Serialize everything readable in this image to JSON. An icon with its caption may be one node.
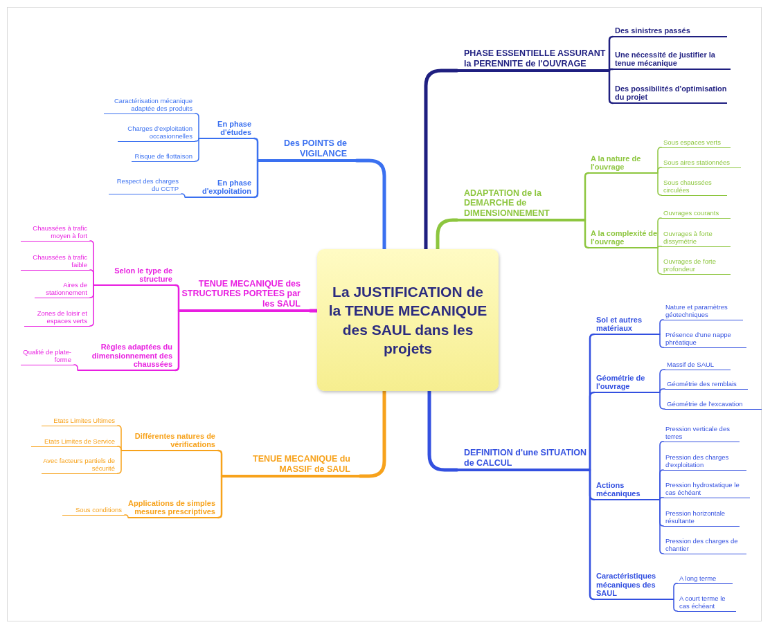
{
  "diagram": {
    "nodes": [
      {
        "text": [
          "La JUSTIFICATION de la TENUE MECANIQUE des SAUL dans les projets"
        ]
      },
      {
        "text": [
          "PHASE ESSENTIELLE ASSURANT la PERENNITE de l'OUVRAGE"
        ]
      },
      {
        "text": [
          "Des sinistres passés"
        ]
      },
      {
        "text": [
          "Une nécessité de justifier la tenue mécanique"
        ]
      },
      {
        "text": [
          "Des possibilités d'optimisation du projet"
        ]
      },
      {
        "text": [
          "ADAPTATION de la DEMARCHE de DIMENSIONNEMENT"
        ]
      },
      {
        "text": [
          "A la nature de l'ouvrage"
        ]
      },
      {
        "text": [
          "Sous espaces verts"
        ]
      },
      {
        "text": [
          "Sous aires stationnées"
        ]
      },
      {
        "text": [
          "Sous chaussées circulées"
        ]
      },
      {
        "text": [
          "A la complexité de l'ouvrage"
        ]
      },
      {
        "text": [
          "Ouvrages courants"
        ]
      },
      {
        "text": [
          "Ouvrages à forte dissymétrie"
        ]
      },
      {
        "text": [
          "Ouvrages de forte profondeur"
        ]
      },
      {
        "text": [
          "DEFINITION d'une SITUATION de CALCUL"
        ]
      },
      {
        "text": [
          "Sol et autres matériaux"
        ]
      },
      {
        "text": [
          "Nature et paramètres géotechniques"
        ]
      },
      {
        "text": [
          "Présence d'une nappe phréatique"
        ]
      },
      {
        "text": [
          "Géométrie de l'ouvrage"
        ]
      },
      {
        "text": [
          "Massif de SAUL"
        ]
      },
      {
        "text": [
          "Géométrie des remblais"
        ]
      },
      {
        "text": [
          "Géométrie de l'excavation"
        ]
      },
      {
        "text": [
          "Actions mécaniques"
        ]
      },
      {
        "text": [
          "Pression verticale des terres"
        ]
      },
      {
        "text": [
          "Pression des charges d'exploitation"
        ]
      },
      {
        "text": [
          "Pression hydrostatique le cas échéant"
        ]
      },
      {
        "text": [
          "Pression horizontale résultante"
        ]
      },
      {
        "text": [
          "Pression des charges de chantier"
        ]
      },
      {
        "text": [
          "Caractéristiques mécaniques des SAUL"
        ]
      },
      {
        "text": [
          "A long terme"
        ]
      },
      {
        "text": [
          "A court terme le cas échéant"
        ]
      },
      {
        "text": [
          "Des POINTS de VIGILANCE"
        ]
      },
      {
        "text": [
          "En phase d'études"
        ]
      },
      {
        "text": [
          "Caractérisation mécanique adaptée des produits"
        ]
      },
      {
        "text": [
          "Charges d'exploitation occasionnelles"
        ]
      },
      {
        "text": [
          "Risque de flottaison"
        ]
      },
      {
        "text": [
          "En phase d'exploitation"
        ]
      },
      {
        "text": [
          "Respect des charges du CCTP"
        ]
      },
      {
        "text": [
          "TENUE MECANIQUE des STRUCTURES PORTEES par les SAUL"
        ]
      },
      {
        "text": [
          "Selon le type de structure"
        ]
      },
      {
        "text": [
          "Chaussées à trafic moyen à fort"
        ]
      },
      {
        "text": [
          "Chaussées à trafic faible"
        ]
      },
      {
        "text": [
          "Aires de stationnement"
        ]
      },
      {
        "text": [
          "Zones de loisir et espaces verts"
        ]
      },
      {
        "text": [
          "Règles adaptées du dimensionnement des chaussées"
        ]
      },
      {
        "text": [
          "Qualité de plate-forme"
        ]
      },
      {
        "text": [
          "TENUE MECANIQUE du MASSIF de SAUL"
        ]
      },
      {
        "text": [
          "Différentes natures de vérifications"
        ]
      },
      {
        "text": [
          "Etats Limites Ultimes"
        ]
      },
      {
        "text": [
          "Etats Limites de Service"
        ]
      },
      {
        "text": [
          "Avec facteurs partiels de sécurité"
        ]
      },
      {
        "text": [
          "Applications de simples mesures prescriptives"
        ]
      },
      {
        "text": [
          "Sous conditions"
        ]
      }
    ],
    "edges": [
      {
        "from": 0,
        "to": 1,
        "arrow": "none",
        "style": "thick",
        "color": "#1f1f80"
      },
      {
        "from": 1,
        "to": 2,
        "arrow": "none",
        "color": "#1f1f80"
      },
      {
        "from": 1,
        "to": 3,
        "arrow": "none",
        "color": "#1f1f80"
      },
      {
        "from": 1,
        "to": 4,
        "arrow": "none",
        "color": "#1f1f80"
      },
      {
        "from": 0,
        "to": 5,
        "arrow": "none",
        "style": "thick",
        "color": "#8dc63f"
      },
      {
        "from": 5,
        "to": 6,
        "arrow": "none",
        "color": "#8dc63f"
      },
      {
        "from": 5,
        "to": 10,
        "arrow": "none",
        "color": "#8dc63f"
      },
      {
        "from": 6,
        "to": 7,
        "arrow": "none",
        "color": "#8dc63f"
      },
      {
        "from": 6,
        "to": 8,
        "arrow": "none",
        "color": "#8dc63f"
      },
      {
        "from": 6,
        "to": 9,
        "arrow": "none",
        "color": "#8dc63f"
      },
      {
        "from": 10,
        "to": 11,
        "arrow": "none",
        "color": "#8dc63f"
      },
      {
        "from": 10,
        "to": 12,
        "arrow": "none",
        "color": "#8dc63f"
      },
      {
        "from": 10,
        "to": 13,
        "arrow": "none",
        "color": "#8dc63f"
      },
      {
        "from": 0,
        "to": 14,
        "arrow": "none",
        "style": "thick"
      },
      {
        "from": 14,
        "to": 15,
        "arrow": "none"
      },
      {
        "from": 14,
        "to": 18,
        "arrow": "none"
      },
      {
        "from": 14,
        "to": 22,
        "arrow": "none"
      },
      {
        "from": 14,
        "to": 28,
        "arrow": "none"
      },
      {
        "from": 15,
        "to": 16,
        "arrow": "none"
      },
      {
        "from": 15,
        "to": 17,
        "arrow": "none"
      },
      {
        "from": 18,
        "to": 19,
        "arrow": "none"
      },
      {
        "from": 18,
        "to": 20,
        "arrow": "none"
      },
      {
        "from": 18,
        "to": 21,
        "arrow": "none"
      },
      {
        "from": 22,
        "to": 23,
        "arrow": "none"
      },
      {
        "from": 22,
        "to": 24,
        "arrow": "none"
      },
      {
        "from": 22,
        "to": 25,
        "arrow": "none"
      },
      {
        "from": 22,
        "to": 26,
        "arrow": "none"
      },
      {
        "from": 22,
        "to": 27,
        "arrow": "none"
      },
      {
        "from": 28,
        "to": 29,
        "arrow": "none"
      },
      {
        "from": 28,
        "to": 30,
        "arrow": "none"
      },
      {
        "from": 0,
        "to": 31,
        "arrow": "none",
        "style": "thick",
        "color": "#3a70f0"
      },
      {
        "from": 31,
        "to": 32,
        "arrow": "none",
        "color": "#3a70f0"
      },
      {
        "from": 31,
        "to": 36,
        "arrow": "none",
        "color": "#3a70f0"
      },
      {
        "from": 32,
        "to": 33,
        "arrow": "none",
        "color": "#3a70f0"
      },
      {
        "from": 32,
        "to": 34,
        "arrow": "none",
        "color": "#3a70f0"
      },
      {
        "from": 32,
        "to": 35,
        "arrow": "none",
        "color": "#3a70f0"
      },
      {
        "from": 36,
        "to": 37,
        "arrow": "none",
        "color": "#3a70f0"
      },
      {
        "from": 0,
        "to": 38,
        "arrow": "none",
        "style": "thick",
        "color": "#e81ee0"
      },
      {
        "from": 38,
        "to": 39,
        "arrow": "none",
        "color": "#e81ee0"
      },
      {
        "from": 38,
        "to": 44,
        "arrow": "none",
        "color": "#e81ee0"
      },
      {
        "from": 39,
        "to": 40,
        "arrow": "none",
        "color": "#e81ee0"
      },
      {
        "from": 39,
        "to": 41,
        "arrow": "none",
        "color": "#e81ee0"
      },
      {
        "from": 39,
        "to": 42,
        "arrow": "none",
        "color": "#e81ee0"
      },
      {
        "from": 39,
        "to": 43,
        "arrow": "none",
        "color": "#e81ee0"
      },
      {
        "from": 44,
        "to": 45,
        "arrow": "none",
        "color": "#e81ee0"
      },
      {
        "from": 0,
        "to": 46,
        "arrow": "none",
        "style": "thick",
        "color": "#f7a21b"
      },
      {
        "from": 46,
        "to": 47,
        "arrow": "none",
        "color": "#f7a21b"
      },
      {
        "from": 46,
        "to": 51,
        "arrow": "none",
        "color": "#f7a21b"
      },
      {
        "from": 47,
        "to": 48,
        "arrow": "none",
        "color": "#f7a21b"
      },
      {
        "from": 47,
        "to": 49,
        "arrow": "none",
        "color": "#f7a21b"
      },
      {
        "from": 47,
        "to": 50,
        "arrow": "none",
        "color": "#f7a21b"
      },
      {
        "from": 51,
        "to": 52,
        "arrow": "none",
        "color": "#f7a21b"
      }
    ]
  }
}
